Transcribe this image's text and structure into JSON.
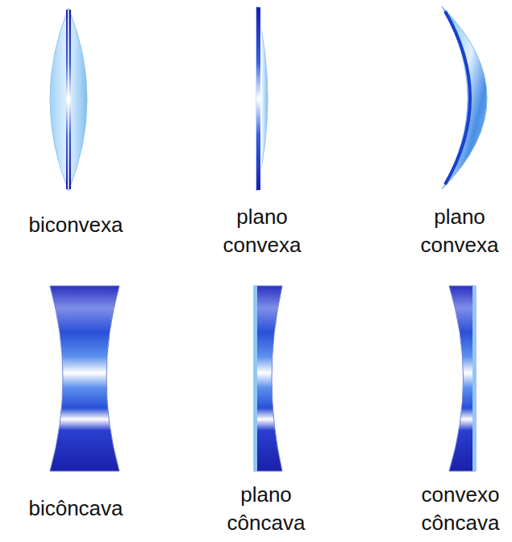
{
  "diagram": {
    "labels": [
      "biconvexa",
      "plano convexa",
      "plano convexa",
      "bicôncava",
      "plano côncava",
      "convexo côncava"
    ]
  }
}
